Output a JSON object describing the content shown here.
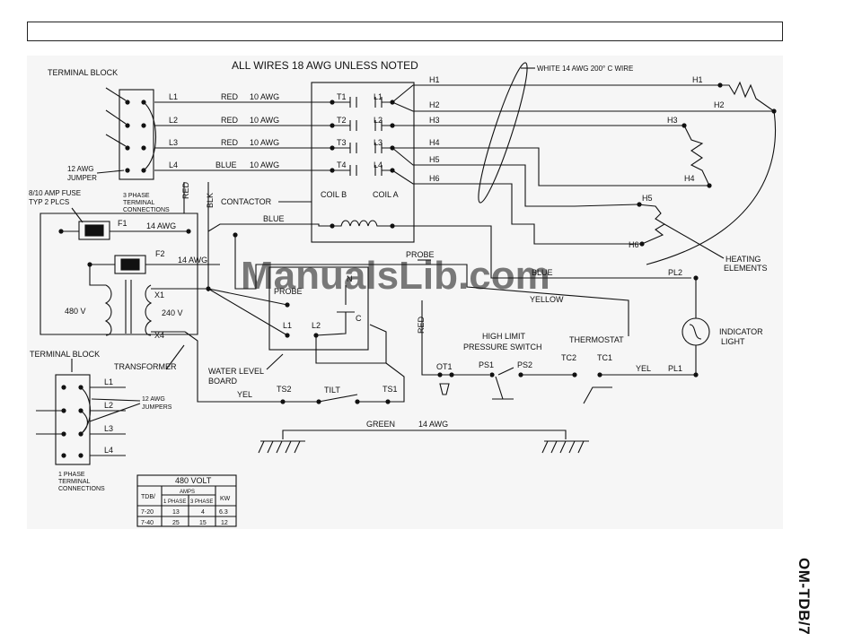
{
  "header_note": "",
  "title": "ALL WIRES 18 AWG UNLESS NOTED",
  "watermark": "ManualsLib.com",
  "doc_code": "OM-TDB/7",
  "labels": {
    "terminal_block": "TERMINAL BLOCK",
    "terminal_block_bottom": "TERMINAL BLOCK",
    "jumper_12": "12 AWG",
    "jumper_word": "JUMPER",
    "three_phase_1": "3 PHASE",
    "three_phase_2": "TERMINAL",
    "three_phase_3": "CONNECTIONS",
    "fuse_1": "8/10 AMP FUSE",
    "fuse_2": "TYP 2 PLCS",
    "contactor": "CONTACTOR",
    "coil_b": "COIL B",
    "coil_a": "COIL A",
    "white_wire": "WHITE 14 AWG 200° C WIRE",
    "heating_1": "HEATING",
    "heating_2": "ELEMENTS",
    "probe_top": "PROBE",
    "probe_board": "PROBE",
    "blue_top": "BLUE",
    "blue_right": "BLUE",
    "yellow": "YELLOW",
    "indicator_1": "INDICATOR",
    "indicator_2": "LIGHT",
    "high_limit_1": "HIGH LIMIT",
    "high_limit_2": "PRESSURE SWITCH",
    "thermostat": "THERMOSTAT",
    "water_level_1": "WATER LEVEL",
    "water_level_2": "BOARD",
    "transformer": "TRANSFORMER",
    "tilt": "TILT",
    "green": "GREEN",
    "green_awg": "14 AWG",
    "yel_left": "YEL",
    "yel_right": "YEL",
    "red_v1": "RED",
    "blk_v": "BLK",
    "red_v2": "RED",
    "v480": "480 V",
    "v240": "240 V",
    "jumpers_12_1": "12 AWG",
    "jumpers_12_2": "JUMPERS",
    "one_phase_1": "1 PHASE",
    "one_phase_2": "TERMINAL",
    "one_phase_3": "CONNECTIONS",
    "f1_awg": "14 AWG",
    "f2_awg": "14 AWG"
  },
  "lines": [
    {
      "id": "L1",
      "color": "RED",
      "awg": "10 AWG"
    },
    {
      "id": "L2",
      "color": "RED",
      "awg": "10 AWG"
    },
    {
      "id": "L3",
      "color": "RED",
      "awg": "10 AWG"
    },
    {
      "id": "L4",
      "color": "BLUE",
      "awg": "10 AWG"
    }
  ],
  "terminals": {
    "T": [
      "T1",
      "T2",
      "T3",
      "T4"
    ],
    "Lc": [
      "L1",
      "L2",
      "L3",
      "L4"
    ],
    "H_left": [
      "H1",
      "H2",
      "H3",
      "H4",
      "H5",
      "H6"
    ],
    "H_elements": [
      "H1",
      "H2",
      "H3",
      "H4",
      "H5",
      "H6"
    ],
    "F": [
      "F1",
      "F2"
    ],
    "X": [
      "X1",
      "X4"
    ],
    "PL": [
      "PL2",
      "PL1"
    ],
    "switches": [
      "OT1",
      "PS1",
      "PS2",
      "TC2",
      "TC1",
      "TS2",
      "TS1"
    ],
    "board": [
      "N",
      "C",
      "L1",
      "L2"
    ],
    "tb1": [
      "L1",
      "L2",
      "L3",
      "L4"
    ]
  },
  "table": {
    "title": "480 VOLT",
    "col_tdb": "TDB/",
    "col_amps": "AMPS",
    "col_kw": "KW",
    "col_1phase": "1 PHASE",
    "col_3phase": "3 PHASE",
    "rows": [
      {
        "model": "7-20",
        "p1": "13",
        "p3": "4",
        "kw": "6.3"
      },
      {
        "model": "7-40",
        "p1": "25",
        "p3": "15",
        "kw": "12"
      }
    ]
  }
}
